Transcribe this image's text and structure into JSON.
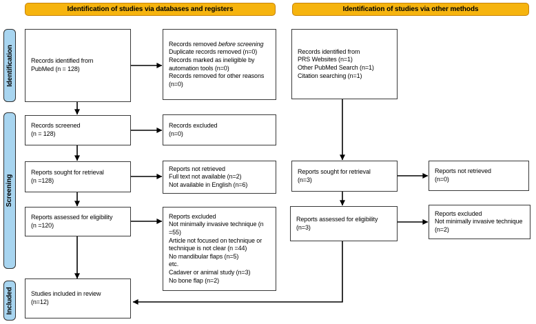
{
  "headers": {
    "databases": "Identification of studies via databases and registers",
    "other_methods": "Identification of studies via other methods"
  },
  "sidebar": {
    "identification": "Identification",
    "screening": "Screening",
    "included": "Included"
  },
  "boxes": {
    "records_identified": "Records identified from\nPubMed (n = 128)",
    "records_removed_prefix": "Records removed ",
    "records_removed_italic": "before screening",
    "records_removed_rest": "Duplicate records removed (n=0)\nRecords marked as ineligible by\nautomation tools (n=0)\nRecords removed for other reasons\n(n=0)",
    "records_identified_other": "Records identified from\nPRS Websites (n=1)\nOther PubMed Search (n=1)\nCitation searching (n=1)",
    "records_screened": "Records screened\n(n = 128)",
    "records_excluded": "Records excluded\n(n=0)",
    "reports_sought": "Reports sought for retrieval\n(n =128)",
    "reports_not_retrieved": "Reports not retrieved\nFull text not available (n=2)\nNot available in English (n=6)",
    "reports_sought_other": "Reports sought for retrieval\n(n=3)",
    "reports_not_retrieved_other": "Reports not retrieved\n(n=0)",
    "reports_assessed": "Reports assessed for eligibility\n(n =120)",
    "reports_excluded": "Reports excluded\nNot minimally invasive technique (n\n=55)\nArticle not focused on technique or\ntechnique is not clear (n =44)\nNo mandibular flaps (n=5)\netc.\nCadaver or animal study (n=3)\nNo bone flap (n=2)",
    "reports_assessed_other": "Reports assessed for eligibility\n(n=3)",
    "reports_excluded_other": "Reports excluded\nNot minimally invasive technique\n(n=2)",
    "studies_included": "Studies included in review\n(n=12)"
  },
  "colors": {
    "header_fill": "#F6B40E",
    "header_border": "#C5820B",
    "sidebar_fill": "#A8D5F0",
    "box_border": "#383838",
    "arrow": "#000000"
  }
}
